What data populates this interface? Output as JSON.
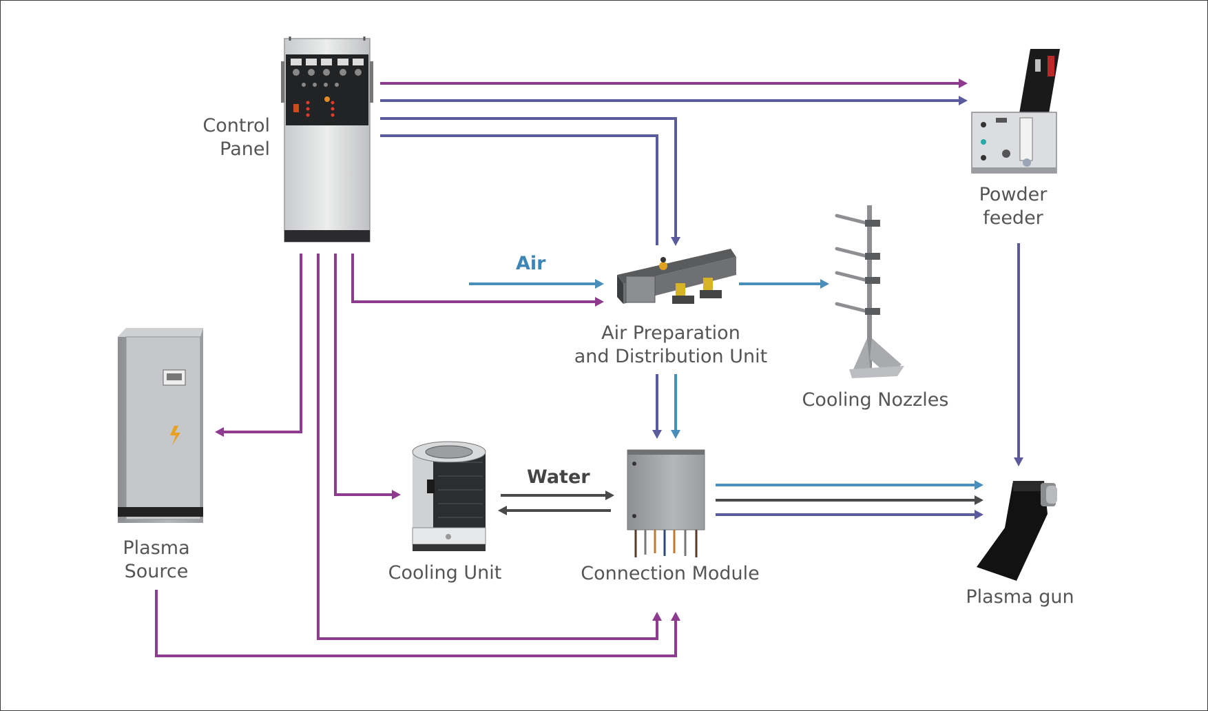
{
  "labels": {
    "control_panel": "Control\nPanel",
    "powder_feeder": "Powder\nfeeder",
    "air_unit": "Air Preparation\nand Distribution Unit",
    "cooling_nozzles": "Cooling Nozzles",
    "plasma_source": "Plasma\nSource",
    "cooling_unit": "Cooling Unit",
    "connection_module": "Connection Module",
    "plasma_gun": "Plasma gun"
  },
  "flow_labels": {
    "air": "Air",
    "water": "Water"
  },
  "colors": {
    "power_line": "#8e3a8e",
    "control_line": "#5b5a9c",
    "air_line": "#4a8fbb",
    "water_line": "#4a4a4a",
    "air_label": "#3f86b6",
    "water_label": "#444444"
  },
  "components": {
    "control_panel": "control-cabinet-icon",
    "powder_feeder": "powder-feeder-icon",
    "air_unit": "air-distribution-manifold-icon",
    "cooling_nozzles": "nozzle-stand-icon",
    "plasma_source": "power-cabinet-icon",
    "cooling_unit": "chiller-icon",
    "connection_module": "connection-box-icon",
    "plasma_gun": "plasma-torch-icon"
  }
}
